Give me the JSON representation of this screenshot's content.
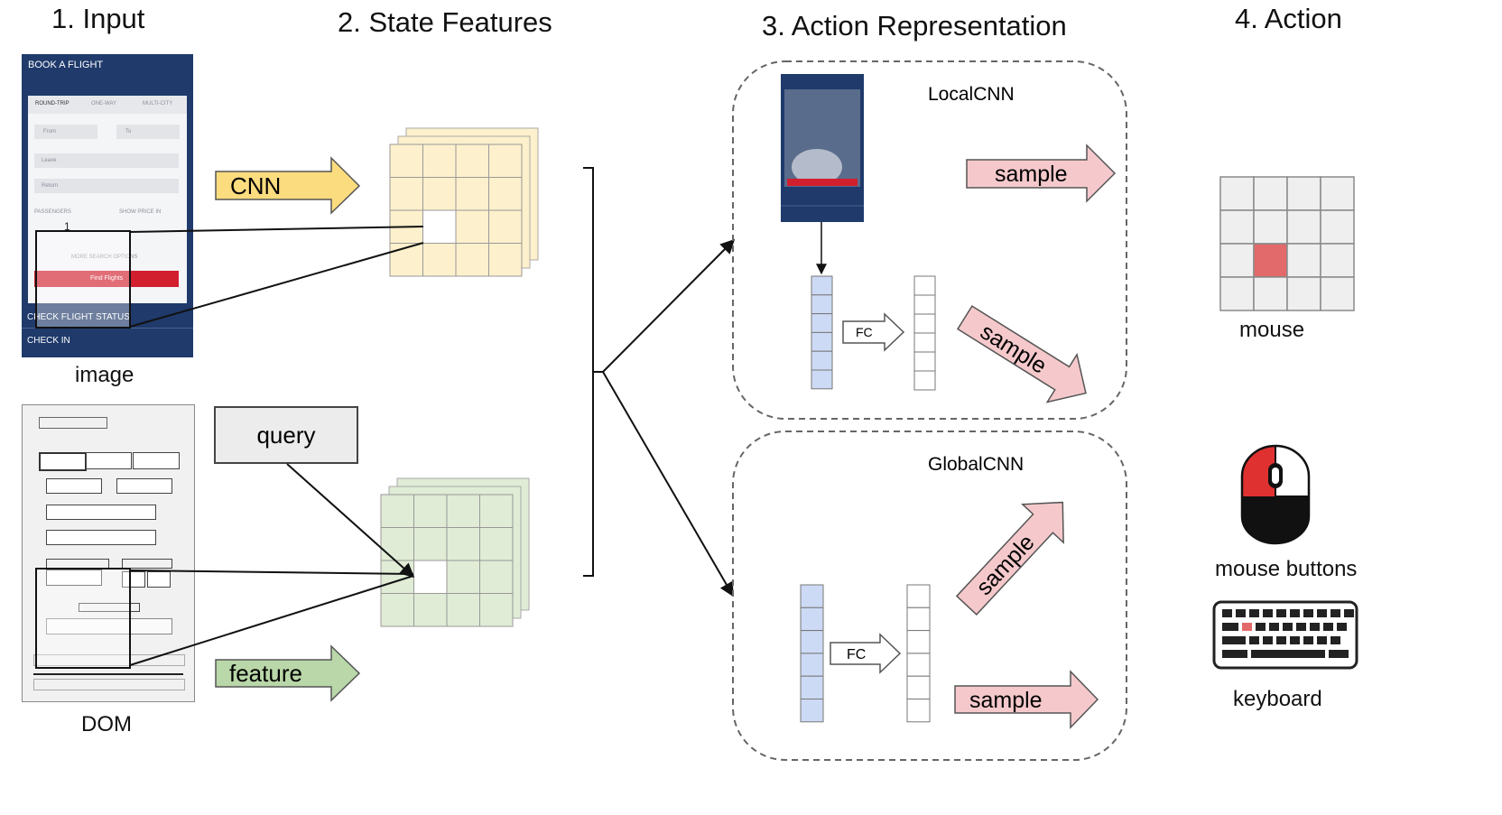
{
  "headings": {
    "input": "1. Input",
    "state_features": "2. State Features",
    "action_representation": "3. Action Representation",
    "action": "4. Action"
  },
  "input": {
    "image_caption": "image",
    "dom_caption": "DOM",
    "phone": {
      "title": "BOOK A FLIGHT",
      "tabs": [
        "ROUND-TRIP",
        "ONE-WAY",
        "MULTI-CITY"
      ],
      "from": "From",
      "to": "To",
      "leave": "Leave",
      "return": "Return",
      "passengers_label": "PASSENGERS",
      "show_price_label": "SHOW PRICE IN",
      "passenger_count": "1",
      "more_options": "MORE SEARCH OPTIONS",
      "find_flights": "Find Flights",
      "check_flight_status": "CHECK FLIGHT STATUS",
      "check_in": "CHECK IN"
    }
  },
  "state_features": {
    "cnn_label": "CNN",
    "query_label": "query",
    "feature_label": "feature"
  },
  "action_representation": {
    "local_title": "LocalCNN",
    "global_title": "GlobalCNN",
    "fc_label": "FC",
    "sample_label": "sample"
  },
  "action": {
    "mouse_label": "mouse",
    "mouse_buttons_label": "mouse buttons",
    "keyboard_label": "keyboard"
  },
  "colors": {
    "cnn_arrow": "#fbdc7e",
    "feature_arrow": "#b9d7a8",
    "yellow_grid": "#fdf0cc",
    "green_grid": "#e0ecd5",
    "sample_arrow": "#f5c9cc",
    "blue_vector": "#cddaf5",
    "highlight_red": "#e36a6a",
    "phone_blue": "#1f3a6b",
    "find_button_red": "#d11f2e"
  }
}
